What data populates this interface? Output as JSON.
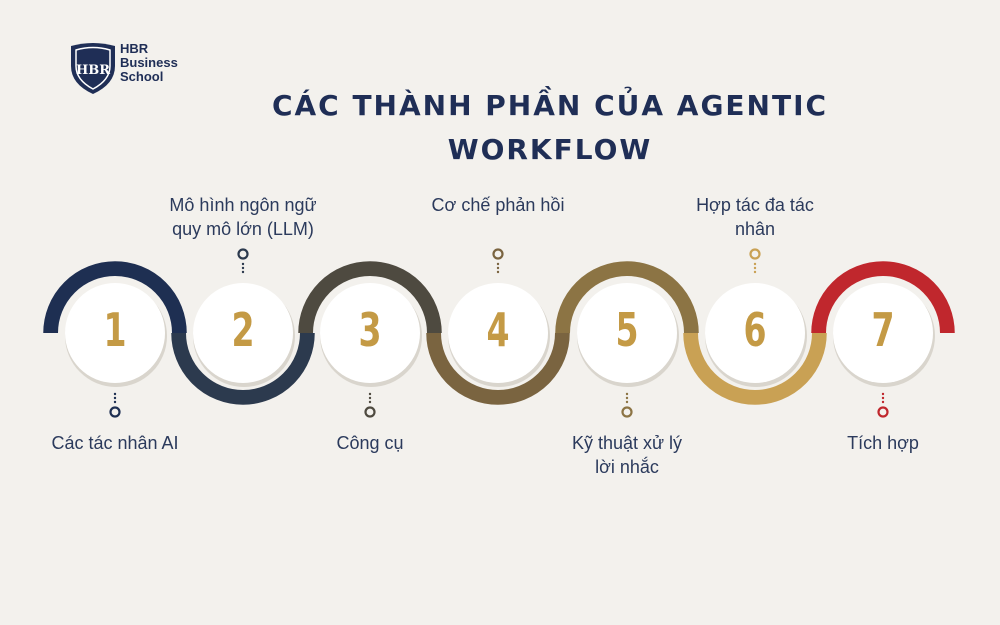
{
  "logo": {
    "line1": "HBR",
    "line2": "Business",
    "line3": "School",
    "monogram": "HBR"
  },
  "title": {
    "line1": "CÁC THÀNH PHẦN CỦA AGENTIC",
    "line2": "WORKFLOW"
  },
  "steps": [
    {
      "number": "1",
      "label_line1": "Các tác nhân AI",
      "label_line2": "",
      "label_position": "below",
      "color": "#1e2f52"
    },
    {
      "number": "2",
      "label_line1": "Mô hình ngôn ngữ",
      "label_line2": "quy mô lớn (LLM)",
      "label_position": "above",
      "color": "#2c3a4e"
    },
    {
      "number": "3",
      "label_line1": "Công cụ",
      "label_line2": "",
      "label_position": "below",
      "color": "#4e4a40"
    },
    {
      "number": "4",
      "label_line1": "Cơ chế phản hồi",
      "label_line2": "",
      "label_position": "above",
      "color": "#7a6440"
    },
    {
      "number": "5",
      "label_line1": "Kỹ thuật xử lý",
      "label_line2": "lời nhắc",
      "label_position": "below",
      "color": "#8c7444"
    },
    {
      "number": "6",
      "label_line1": "Hợp tác đa tác",
      "label_line2": "nhân",
      "label_position": "above",
      "color": "#c9a154"
    },
    {
      "number": "7",
      "label_line1": "Tích hợp",
      "label_line2": "",
      "label_position": "below",
      "color": "#c0272d"
    }
  ],
  "colors": {
    "number_gold": "#c49a45",
    "title_navy": "#1f2e56",
    "background": "#f3f1ed"
  }
}
